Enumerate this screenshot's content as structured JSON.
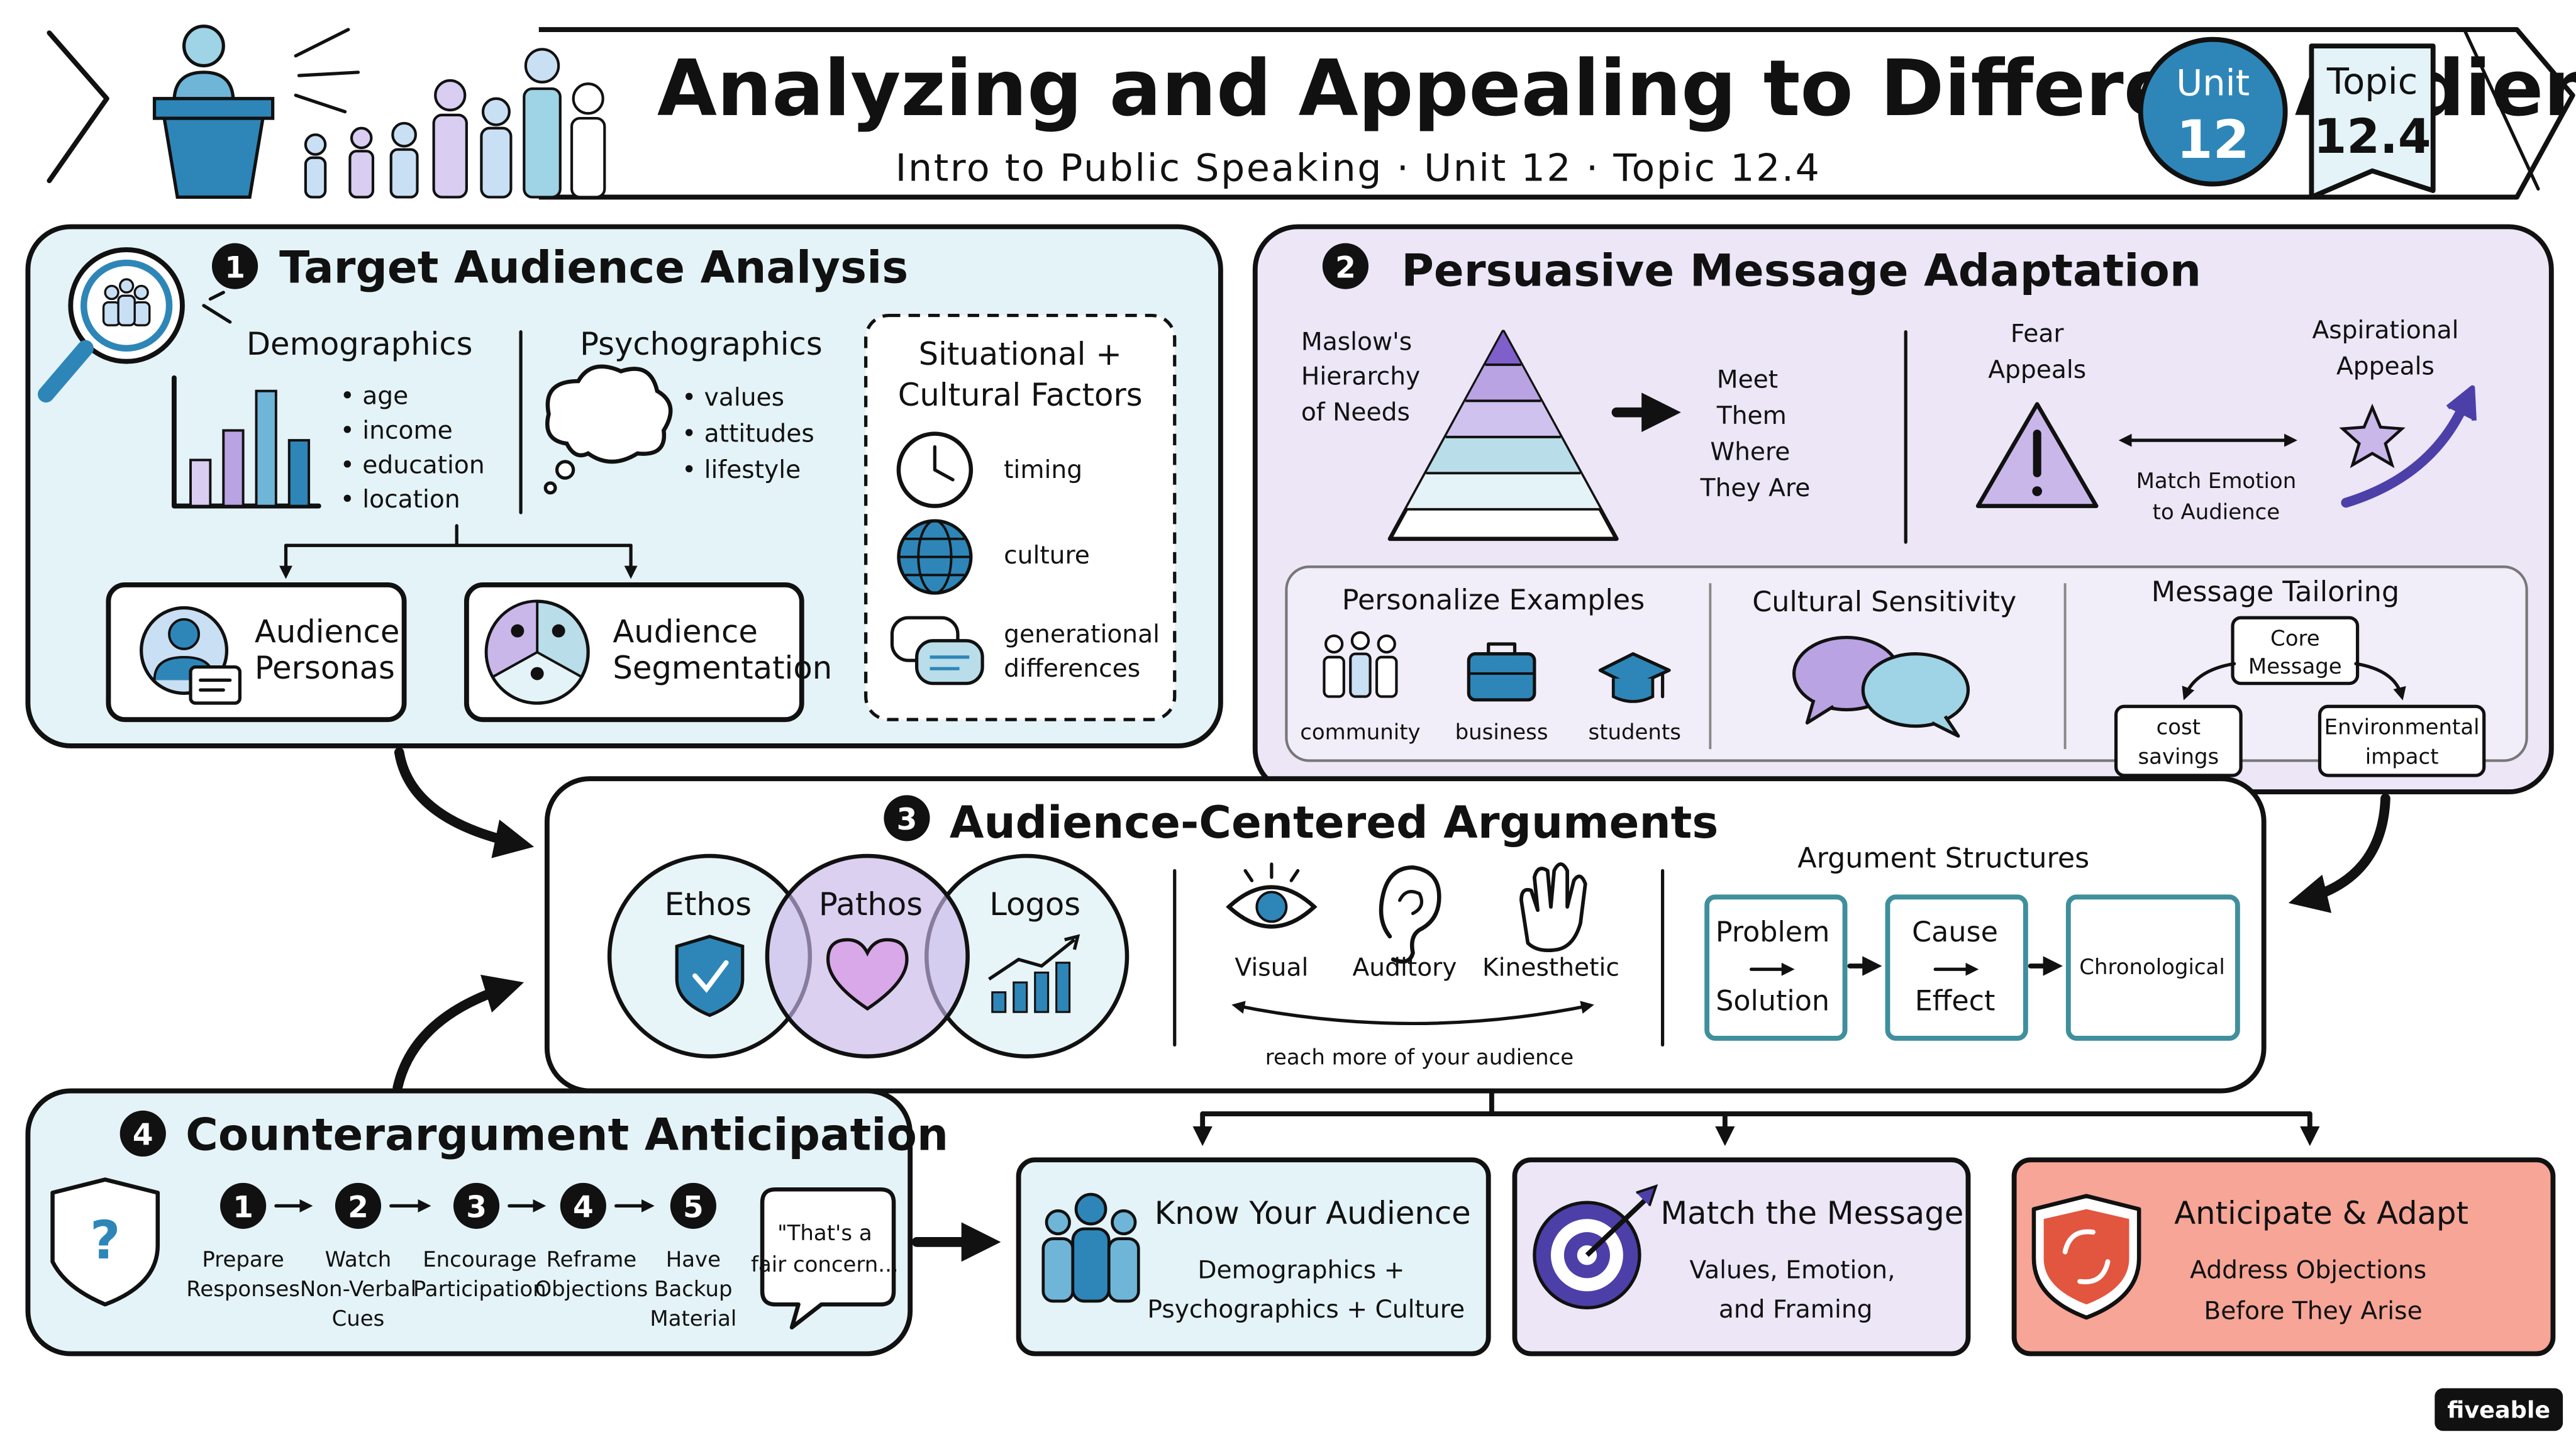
{
  "header": {
    "title": "Analyzing and Appealing to Different Audiences",
    "subtitle": "Intro to Public Speaking · Unit 12 · Topic 12.4",
    "unit_label": "Unit",
    "unit_number": "12",
    "topic_label": "Topic",
    "topic_number": "12.4"
  },
  "s1": {
    "num": "1",
    "title": "Target Audience Analysis",
    "demographics": {
      "title": "Demographics",
      "items": [
        "• age",
        "• income",
        "• education",
        "• location"
      ]
    },
    "psychographics": {
      "title": "Psychographics",
      "items": [
        "• values",
        "• attitudes",
        "• lifestyle"
      ]
    },
    "situational": {
      "title_line1": "Situational +",
      "title_line2": "Cultural Factors",
      "items": [
        "timing",
        "culture",
        "generational",
        "differences"
      ]
    },
    "personas": {
      "line1": "Audience",
      "line2": "Personas"
    },
    "segmentation": {
      "line1": "Audience",
      "line2": "Segmentation"
    }
  },
  "s2": {
    "num": "2",
    "title": "Persuasive Message Adaptation",
    "maslow": [
      "Maslow's",
      "Hierarchy",
      "of Needs"
    ],
    "meet": [
      "Meet",
      "Them",
      "Where",
      "They Are"
    ],
    "fear": [
      "Fear",
      "Appeals"
    ],
    "aspirational": [
      "Aspirational",
      "Appeals"
    ],
    "match_emotion": [
      "Match Emotion",
      "to Audience"
    ],
    "personalize": {
      "title": "Personalize Examples",
      "items": [
        "community",
        "business",
        "students"
      ]
    },
    "cultural": "Cultural Sensitivity",
    "tailoring": {
      "title": "Message Tailoring",
      "core": [
        "Core",
        "Message"
      ],
      "left": [
        "cost",
        "savings"
      ],
      "right": [
        "Environmental",
        "impact"
      ]
    }
  },
  "s3": {
    "num": "3",
    "title": "Audience-Centered Arguments",
    "appeals": [
      "Ethos",
      "Pathos",
      "Logos"
    ],
    "styles": [
      "Visual",
      "Auditory",
      "Kinesthetic"
    ],
    "reach": "reach more of your audience",
    "structures_title": "Argument Structures",
    "structures": [
      {
        "top": "Problem",
        "bottom": "Solution"
      },
      {
        "top": "Cause",
        "bottom": "Effect"
      },
      {
        "top": "Chronological",
        "bottom": ""
      }
    ]
  },
  "s4": {
    "num": "4",
    "title": "Counterargument Anticipation",
    "steps": [
      {
        "num": "1",
        "lines": [
          "Prepare",
          "Responses"
        ]
      },
      {
        "num": "2",
        "lines": [
          "Watch",
          "Non-Verbal",
          "Cues"
        ]
      },
      {
        "num": "3",
        "lines": [
          "Encourage",
          "Participation"
        ]
      },
      {
        "num": "4",
        "lines": [
          "Reframe",
          "Objections"
        ]
      },
      {
        "num": "5",
        "lines": [
          "Have",
          "Backup",
          "Material"
        ]
      }
    ],
    "quote": [
      "\"That's a",
      "fair concern..."
    ]
  },
  "outcomes": [
    {
      "title": "Know Your Audience",
      "lines": [
        "Demographics +",
        "Psychographics + Culture"
      ]
    },
    {
      "title": "Match the Message",
      "lines": [
        "Values, Emotion,",
        "and Framing"
      ]
    },
    {
      "title": "Anticipate & Adapt",
      "lines": [
        "Address Objections",
        "Before They Arise"
      ]
    }
  ],
  "brand": "fiveable",
  "colors": {
    "blue_bg": "#e4f3f7",
    "purple_bg": "#ece6f6",
    "outcome_red": "#f6a596",
    "accent_blue": "#2e86b8",
    "accent_purple": "#b9a3e3",
    "teal": "#3f8f9c"
  }
}
